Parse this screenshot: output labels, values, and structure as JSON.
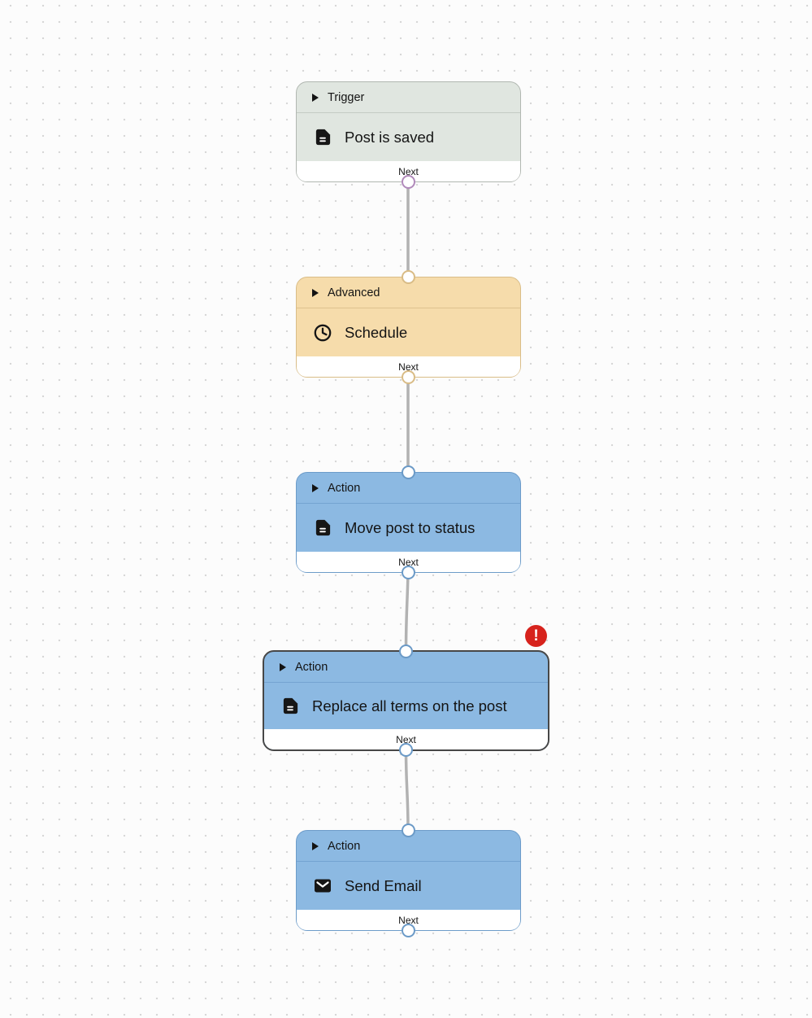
{
  "colors": {
    "trigger_fill": "#e0e6e0",
    "trigger_border": "#b1b7b1",
    "trigger_divider": "#c4cbc4",
    "trigger_port": "#b18abb",
    "advanced_fill": "#f6dcab",
    "advanced_border": "#d9bd88",
    "advanced_divider": "#ddc28f",
    "advanced_port": "#d9bc86",
    "action_fill": "#8cb9e2",
    "action_border": "#6d9cc9",
    "action_divider": "#74a3d1",
    "action_port": "#6b9ac7",
    "selected_border": "#474747",
    "edge": "#b2b2b2",
    "error_badge": "#d7231d"
  },
  "nodes": [
    {
      "category": "Trigger",
      "title": "Post is saved",
      "icon": "document-icon",
      "footer": "Next"
    },
    {
      "category": "Advanced",
      "title": "Schedule",
      "icon": "clock-icon",
      "footer": "Next"
    },
    {
      "category": "Action",
      "title": "Move post to status",
      "icon": "document-icon",
      "footer": "Next"
    },
    {
      "category": "Action",
      "title": "Replace all terms on the post",
      "icon": "document-icon",
      "footer": "Next",
      "selected": true,
      "has_error": true
    },
    {
      "category": "Action",
      "title": "Send Email",
      "icon": "envelope-icon",
      "footer": "Next"
    }
  ],
  "error_badge": {
    "symbol": "!"
  }
}
